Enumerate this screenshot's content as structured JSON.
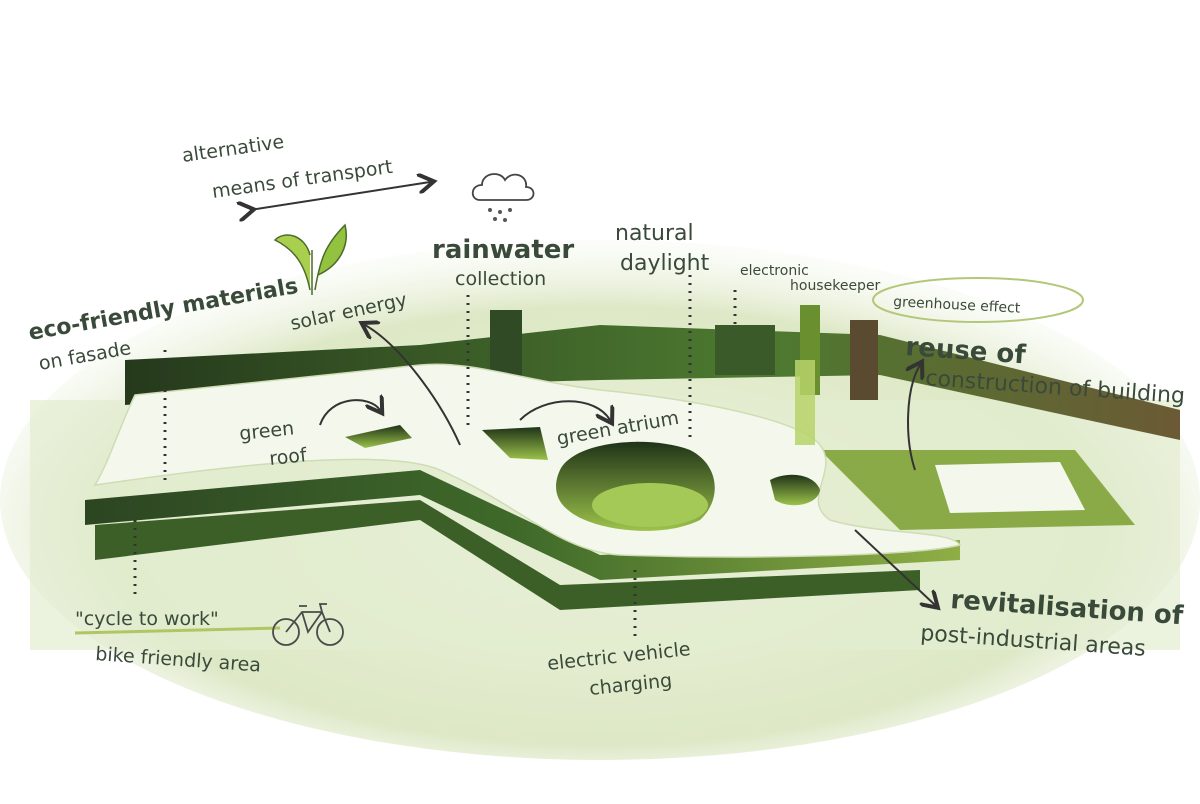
{
  "labels": {
    "transport_line1": "alternative",
    "transport_line2": "means of transport",
    "rainwater_title": "rainwater",
    "rainwater_sub": "collection",
    "daylight_line1": "natural",
    "daylight_line2": "daylight",
    "housekeeper_line1": "electronic",
    "housekeeper_line2": "housekeeper",
    "greenhouse": "greenhouse effect",
    "reuse_line1": "reuse of",
    "reuse_line2": "construction of building",
    "eco_line1": "eco-friendly materials",
    "eco_line2": "on fasade",
    "solar": "solar energy",
    "green_roof_line1": "green",
    "green_roof_line2": "roof",
    "green_atrium": "green atrium",
    "cycle_line1": "\"cycle to work\"",
    "cycle_line2": "bike friendly area",
    "ev_line1": "electric vehicle",
    "ev_line2": "charging",
    "revital_line1": "revitalisation of",
    "revital_line2": "post-industrial areas"
  },
  "icons": [
    "leaf-icon",
    "rain-cloud-icon",
    "bicycle-icon"
  ],
  "colors": {
    "text": "#3a4a3a",
    "building_dark": "#2f4a25",
    "building_mid": "#6a8f2e",
    "building_light": "#a8c65a",
    "roof": "#f4f8ec",
    "ground": "#dfe9c8"
  }
}
